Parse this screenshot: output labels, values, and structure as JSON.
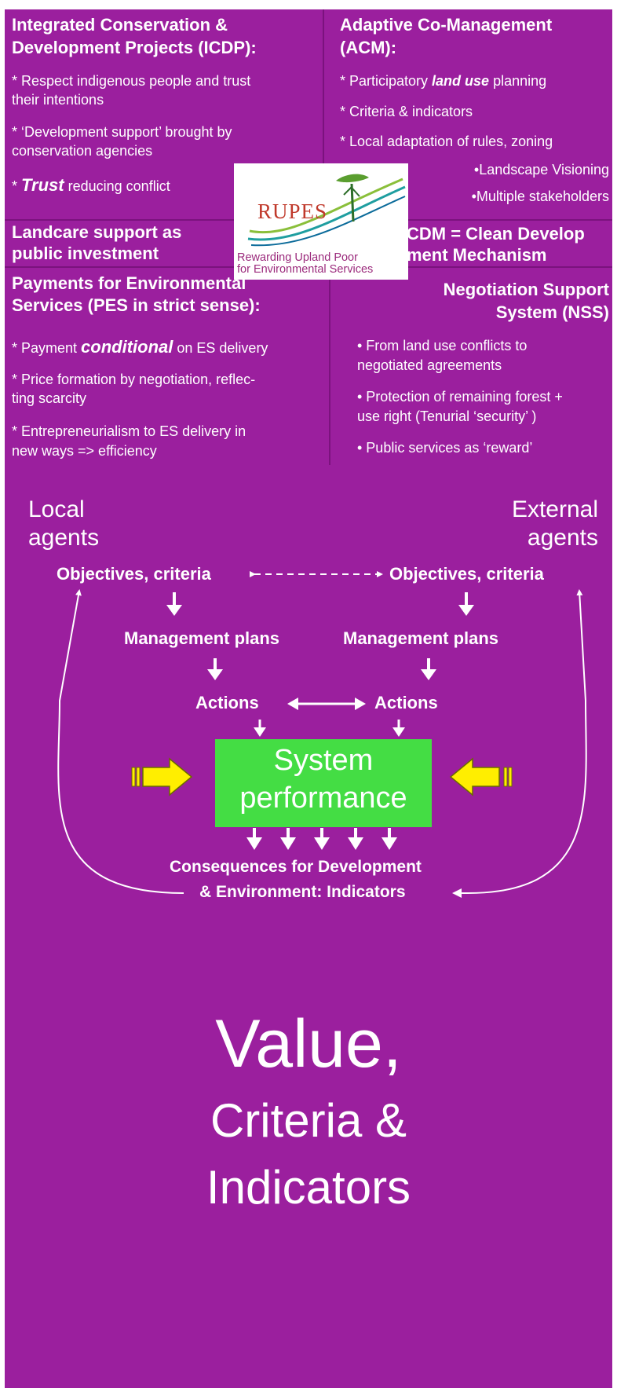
{
  "icdp": {
    "title_line1": "Integrated Conservation &",
    "title_line2": "Development Projects (ICDP):",
    "bullets": [
      [
        "* Respect indigenous people and trust",
        "their intentions"
      ],
      [
        "* ‘Development support’ brought by",
        "conservation agencies"
      ]
    ],
    "trust_prefix": "* ",
    "trust_word": "Trust",
    "trust_rest": " reducing conflict"
  },
  "acm": {
    "title_line1": "Adaptive Co-Management",
    "title_line2": "(ACM):",
    "b1_prefix": "* Participatory ",
    "b1_emph": "land use",
    "b1_rest": " planning",
    "b2": "* Criteria & indicators",
    "b3": "* Local adaptation of rules, zoning",
    "b4": "•Landscape Visioning",
    "b5": "•Multiple stakeholders"
  },
  "landcare": {
    "line1": "Landcare support as",
    "line2": "public investment"
  },
  "cdm": {
    "line1": "CDM = Clean Develop",
    "line2": "ment Mechanism"
  },
  "logo": {
    "name": "RUPES",
    "sub_line1": "Rewarding Upland Poor",
    "sub_line2": "for Environmental Services"
  },
  "pes": {
    "title_line1": "Payments for Environmental",
    "title_line2": "Services (PES in strict sense):",
    "b1_prefix": "* Payment ",
    "b1_emph": "conditional",
    "b1_rest": " on ES delivery",
    "b2_line1": "* Price formation by negotiation, reflec-",
    "b2_line2": "ting scarcity",
    "b3_line1": "* Entrepreneurialism to ES delivery in",
    "b3_line2": "new ways => efficiency"
  },
  "nss": {
    "title_line1": "Negotiation Support",
    "title_line2": "System (NSS)",
    "b1_line1": "• From land use conflicts to",
    "b1_line2": "negotiated agreements",
    "b2_line1": "• Protection of remaining forest +",
    "b2_line2": "use right (Tenurial ‘security’ )",
    "b3": "• Public services as ‘reward’"
  },
  "diagram": {
    "local_line1": "Local",
    "local_line2": "agents",
    "external_line1": "External",
    "external_line2": "agents",
    "objectives_left": "Objectives, criteria",
    "objectives_right": "Objectives, criteria",
    "plans_left": "Management plans",
    "plans_right": "Management plans",
    "actions_left": "Actions",
    "actions_right": "Actions",
    "system_line1": "System",
    "system_line2": "performance",
    "consequences_line1": "Consequences for Development",
    "consequences_line2": "& Environment: Indicators"
  },
  "closing": {
    "line1": "Value,",
    "line2": "Criteria &",
    "line3": "Indicators"
  },
  "colors": {
    "panel": "#9b1f9e",
    "system_box": "#44dd44",
    "input_arrow": "#ffee00"
  }
}
